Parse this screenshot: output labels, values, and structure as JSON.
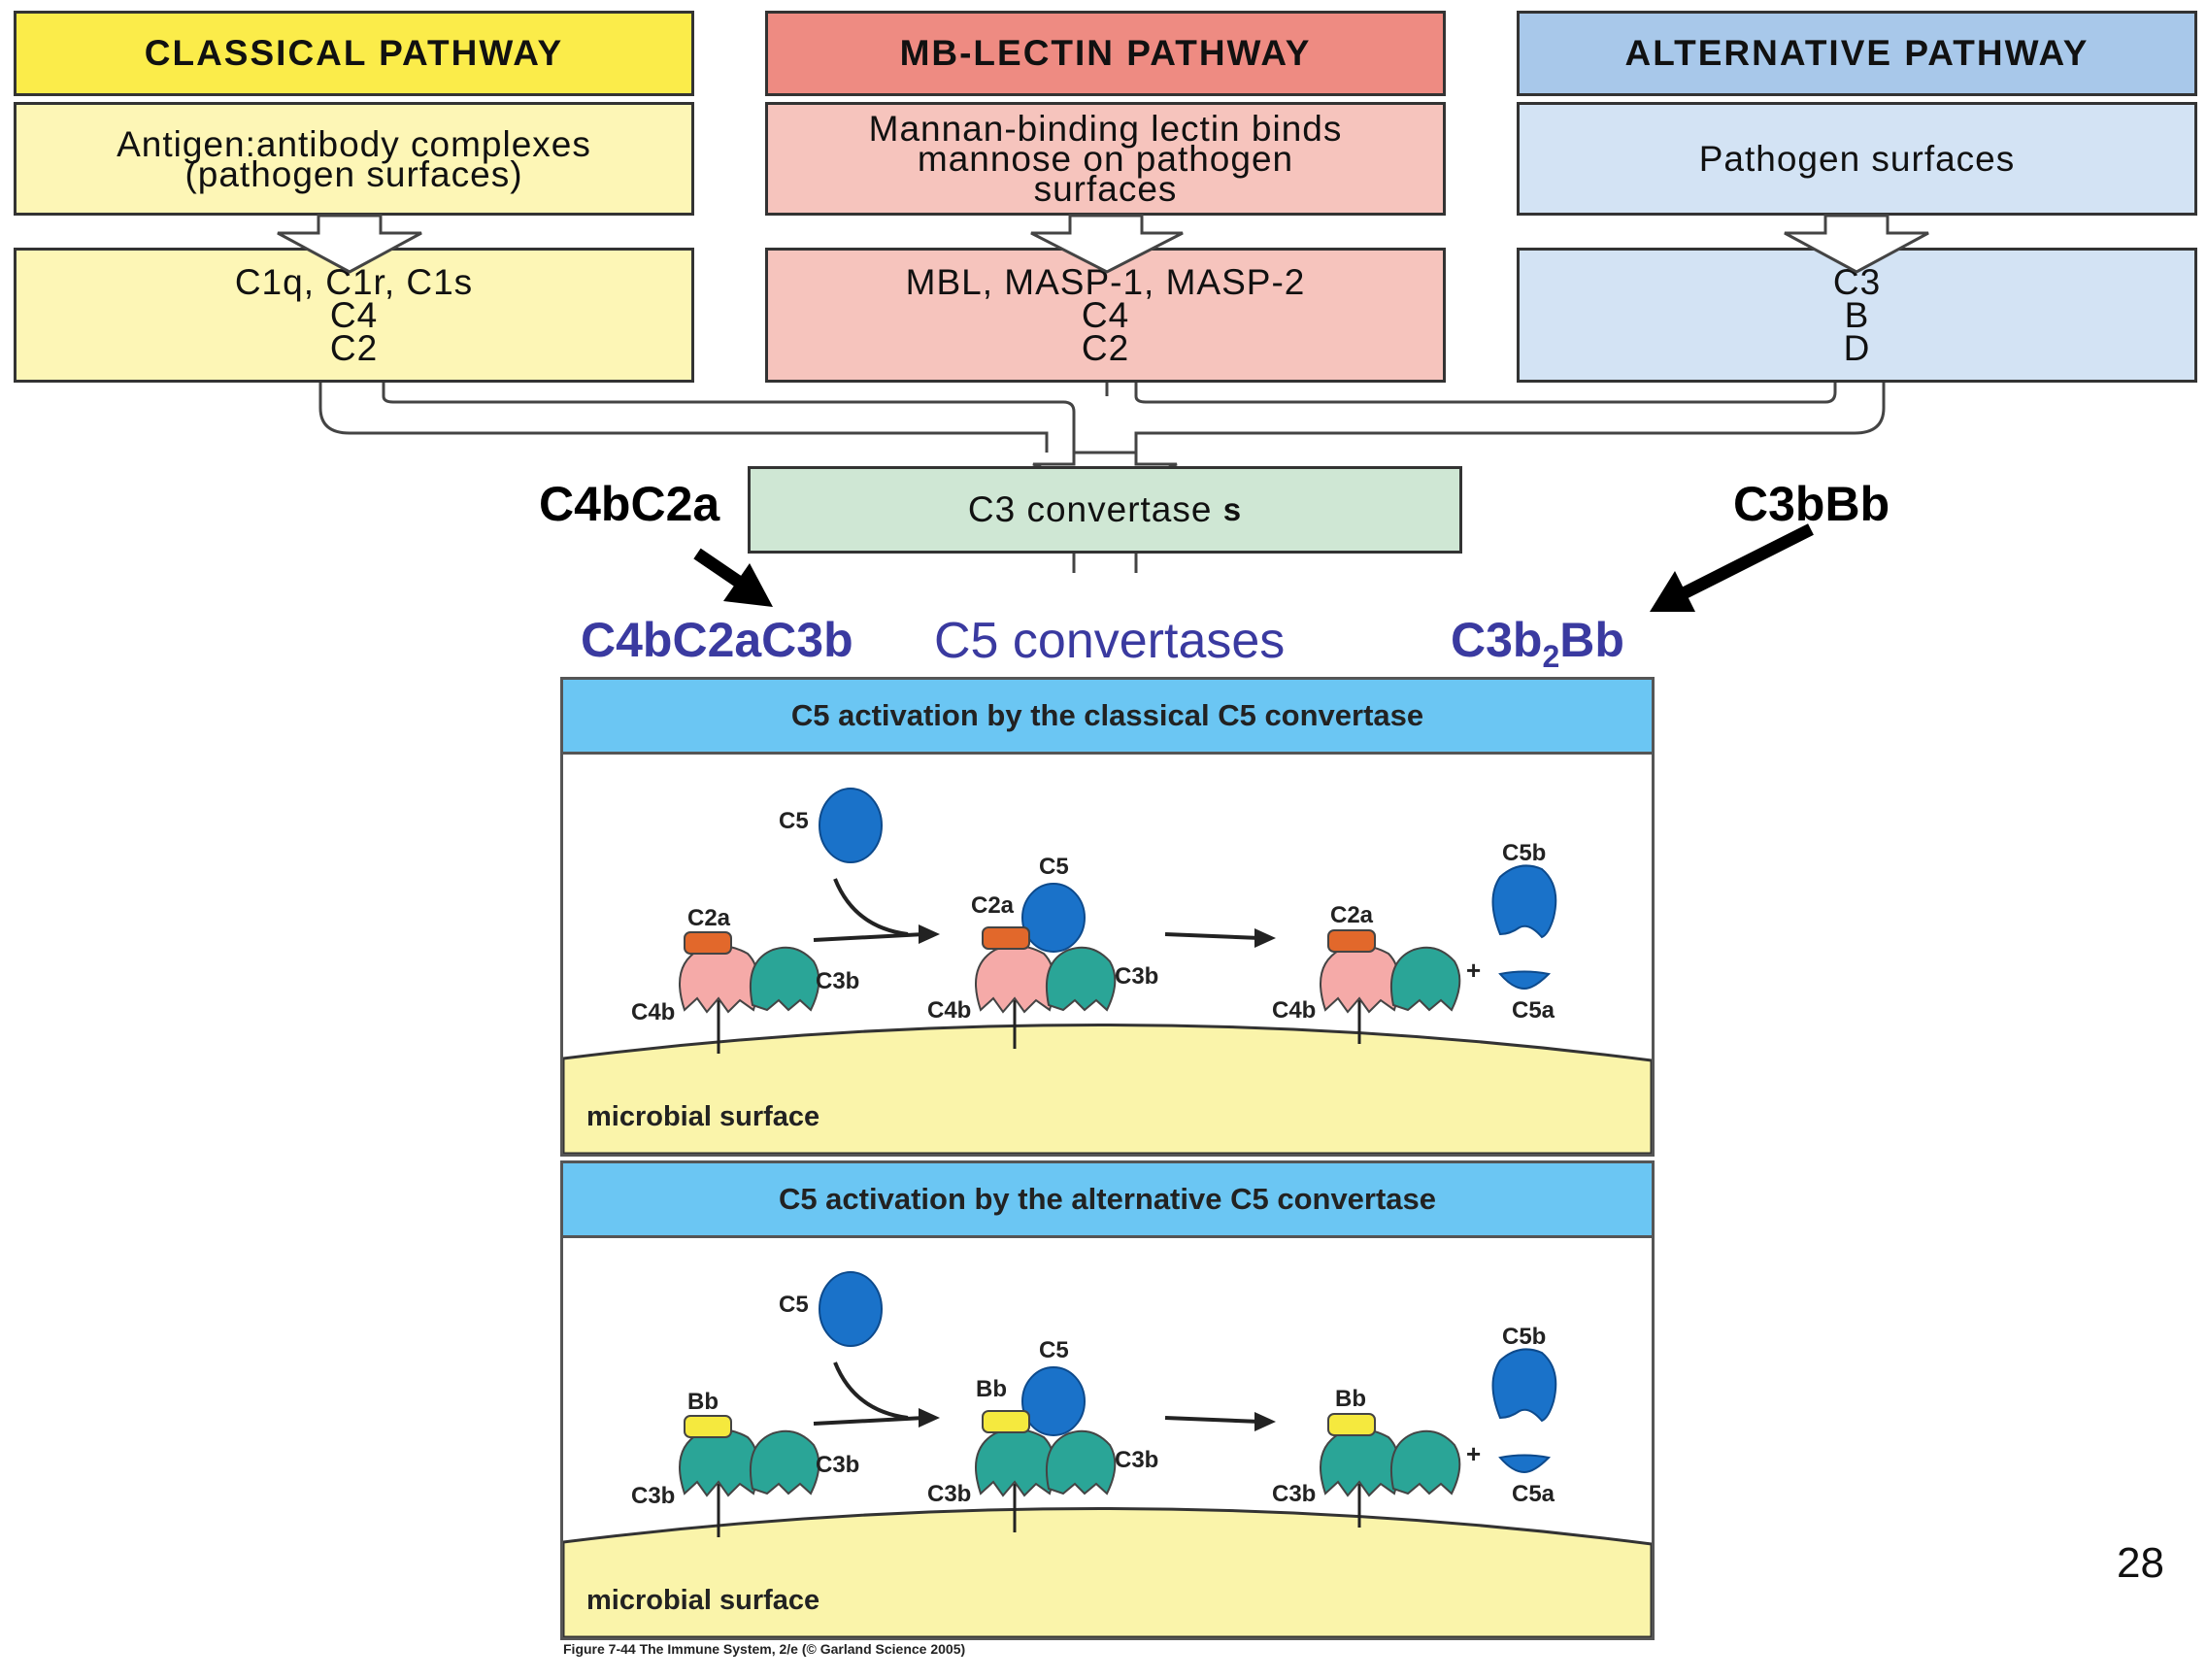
{
  "pathways": {
    "classical": {
      "header": "CLASSICAL  PATHWAY",
      "trigger": "Antigen:antibody  complexes\n(pathogen surfaces)",
      "components": "C1q, C1r, C1s\nC4\nC2"
    },
    "mb_lectin": {
      "header": "MB-LECTIN  PATHWAY",
      "trigger": "Mannan-binding lectin binds\nmannose on pathogen\nsurfaces",
      "components": "MBL, MASP-1, MASP-2\nC4\nC2"
    },
    "alternative": {
      "header": "ALTERNATIVE  PATHWAY",
      "trigger": "Pathogen surfaces",
      "components": "C3\nB\nD"
    }
  },
  "c3_convertase": {
    "box_label": "C3 convertase",
    "box_suffix": "s",
    "classical_label": "C4bC2a",
    "alternative_label": "C3bBb"
  },
  "c5_convertases": {
    "classical_label": "C4bC2aC3b",
    "middle_label": "C5 convertases",
    "alternative_label_main": "C3b",
    "alternative_label_sub": "2",
    "alternative_label_end": "Bb"
  },
  "panel_classical": {
    "title": "C5 activation by the classical C5 convertase",
    "surface": "microbial surface",
    "c5": "C5",
    "c2a": "C2a",
    "c4b": "C4b",
    "c3b": "C3b",
    "c5b": "C5b",
    "c5a": "C5a",
    "plus": "+"
  },
  "panel_alternative": {
    "title": "C5 activation by the alternative C5 convertase",
    "surface": "microbial surface",
    "c5": "C5",
    "bb": "Bb",
    "c3b": "C3b",
    "c5b": "C5b",
    "c5a": "C5a",
    "plus": "+"
  },
  "caption": "Figure 7-44  The Immune System, 2/e (© Garland Science 2005)",
  "page_number": "28",
  "colors": {
    "classical_header": "#fbec4a",
    "classical_light": "#fdf6b6",
    "mbl_header": "#ee8b82",
    "mbl_light": "#f6c4bd",
    "alt_header": "#a8c8ea",
    "alt_light": "#d3e3f4",
    "c3_convertase": "#cfe7d4",
    "blue_label": "#3a3aa0",
    "panel_title": "#6bc6f3",
    "surface": "#faf4aa",
    "c2a": "#e2682b",
    "c4b": "#f5aaa8",
    "c3b": "#2aa597",
    "c5": "#1a72c9",
    "bb": "#f5e93e"
  }
}
